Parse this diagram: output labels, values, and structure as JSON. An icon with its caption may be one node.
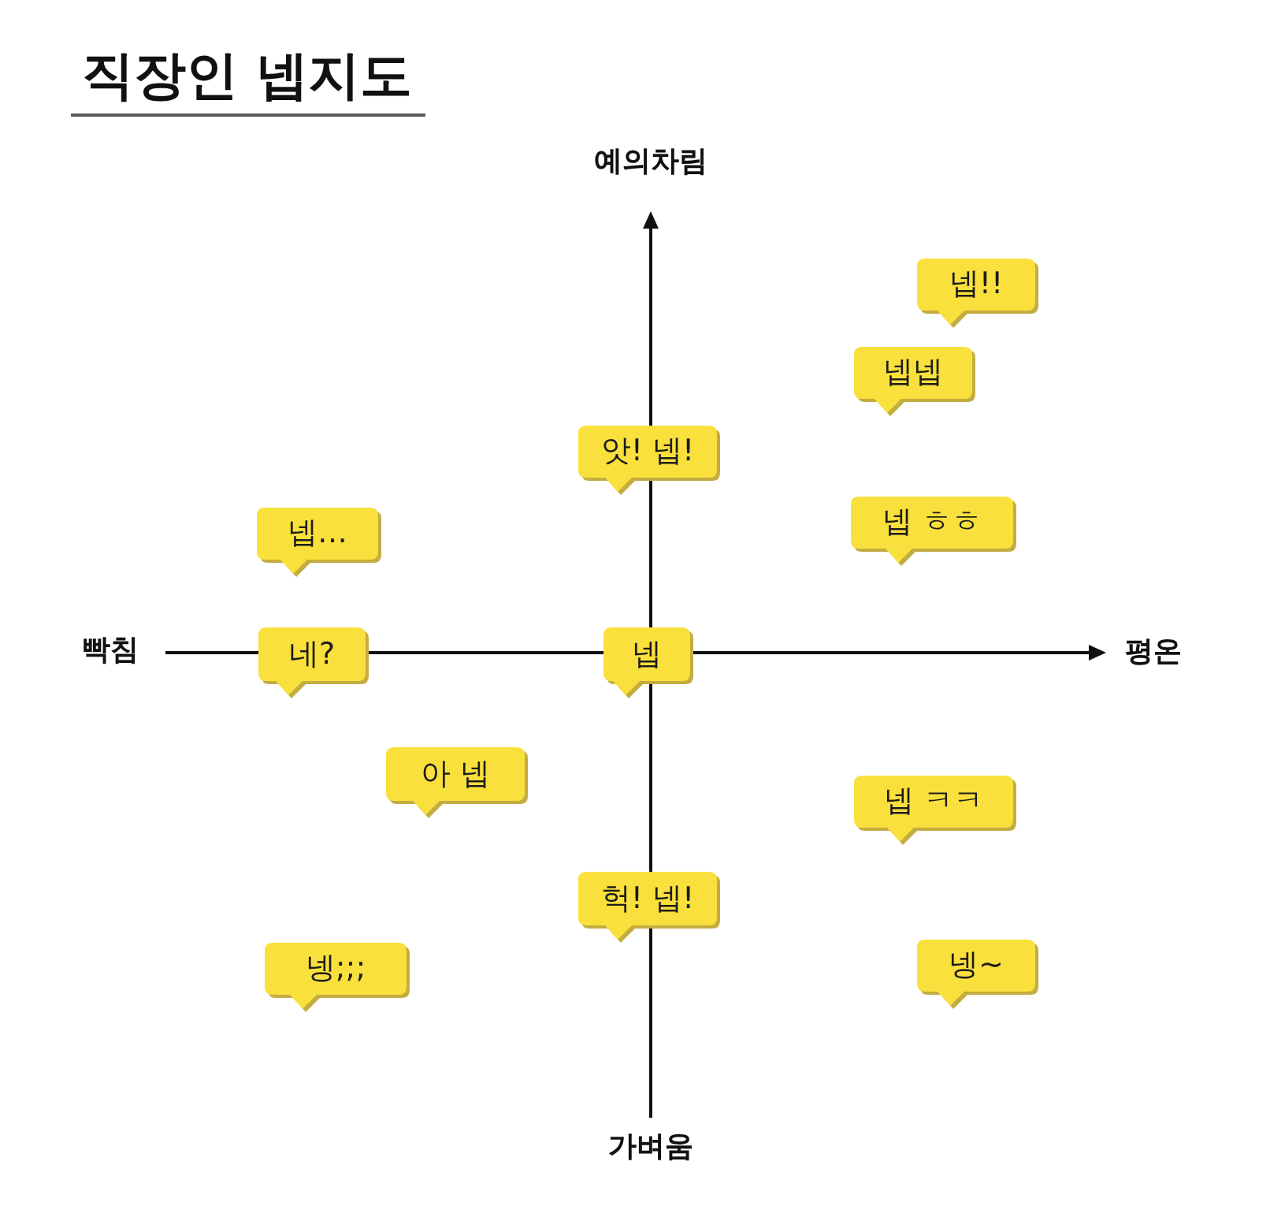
{
  "diagram": {
    "title": "직장인 넵지도",
    "nodes": [
      {
        "text": [
          "넵!!"
        ]
      },
      {
        "text": [
          "넵넵"
        ]
      },
      {
        "text": [
          "앗! 넵!"
        ]
      },
      {
        "text": [
          "넵…"
        ]
      },
      {
        "text": [
          "넵 ㅎㅎ"
        ]
      },
      {
        "text": [
          "네?"
        ]
      },
      {
        "text": [
          "넵"
        ]
      },
      {
        "text": [
          "아 넵"
        ]
      },
      {
        "text": [
          "넵 ㅋㅋ"
        ]
      },
      {
        "text": [
          "헉! 넵!"
        ]
      },
      {
        "text": [
          "넹;;;"
        ]
      },
      {
        "text": [
          "넹~"
        ]
      }
    ],
    "labels": [
      "예의차림",
      "빡침",
      "평온",
      "가벼움"
    ]
  }
}
